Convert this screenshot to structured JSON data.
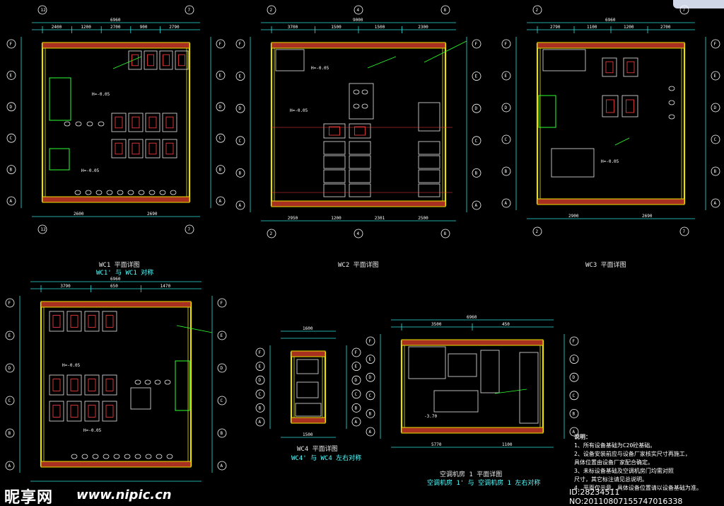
{
  "drawing": {
    "colors": {
      "background": "#000000",
      "wall": "#e8e000",
      "wall_fill": "#a83020",
      "dim": "#2ee0e0",
      "fixture": "#e8e8e8",
      "label": "#ff4040",
      "green": "#30ff30",
      "axis": "#ffffff"
    },
    "plans": [
      {
        "id": "wc1",
        "title": "WC1 平面详图",
        "subtitle": "WC1' 与 WC1 对称",
        "top_dim": "6960",
        "top_dims": [
          "2400",
          "1200",
          "2700",
          "900",
          "2790"
        ],
        "bottom_dims": [
          "2600",
          "2690"
        ],
        "axes_top": [
          "12",
          "7"
        ]
      },
      {
        "id": "wc2",
        "title": "WC2 平面详图",
        "top_dim": "9000",
        "top_dims": [
          "3700",
          "1500",
          "1500",
          "2300"
        ],
        "bottom_dims": [
          "2950",
          "1200",
          "2301",
          "2500"
        ],
        "axes_top": [
          "2",
          "4",
          "8"
        ]
      },
      {
        "id": "wc3",
        "title": "WC3 平面详图",
        "top_dim": "6960",
        "top_dims": [
          "2790",
          "1100",
          "1200",
          "2700"
        ],
        "bottom_dims": [
          "2900",
          "2690"
        ],
        "axes_top": [
          "2",
          "7"
        ]
      },
      {
        "id": "wc4",
        "title": "WC4 平面详图",
        "subtitle": "WC4' 与 WC4 左右对称",
        "top_dim": "1600",
        "bottom_dims": [
          "1500"
        ]
      },
      {
        "id": "wc5",
        "top_dim": "6960",
        "top_dims": [
          "3790",
          "650",
          "1470"
        ]
      },
      {
        "id": "ac",
        "title": "空调机房 1 平面详图",
        "subtitle": "空调机房 1' 与 空调机房 1 左右对称",
        "top_dim": "6960",
        "top_dims": [
          "3500",
          "450"
        ],
        "bottom_dims": [
          "5770",
          "1100"
        ]
      }
    ],
    "notes": {
      "title": "说明：",
      "items": [
        "1、所有设备基础为C20砼基础。",
        "2、设备安装前应与设备厂家核实尺寸再施工，",
        "   具体位置由设备厂家配合确定。",
        "3、未标设备基础及空调机房门均需对照",
        "   尺寸，其它标注请见总说明。",
        "4、平面仅示意，具体设备位置请以设备基础为准。"
      ]
    }
  },
  "watermark": {
    "logo": "昵享网",
    "url": "www.nipic.cn",
    "id_text": "ID:28234511 NO:20110807155747016338"
  }
}
